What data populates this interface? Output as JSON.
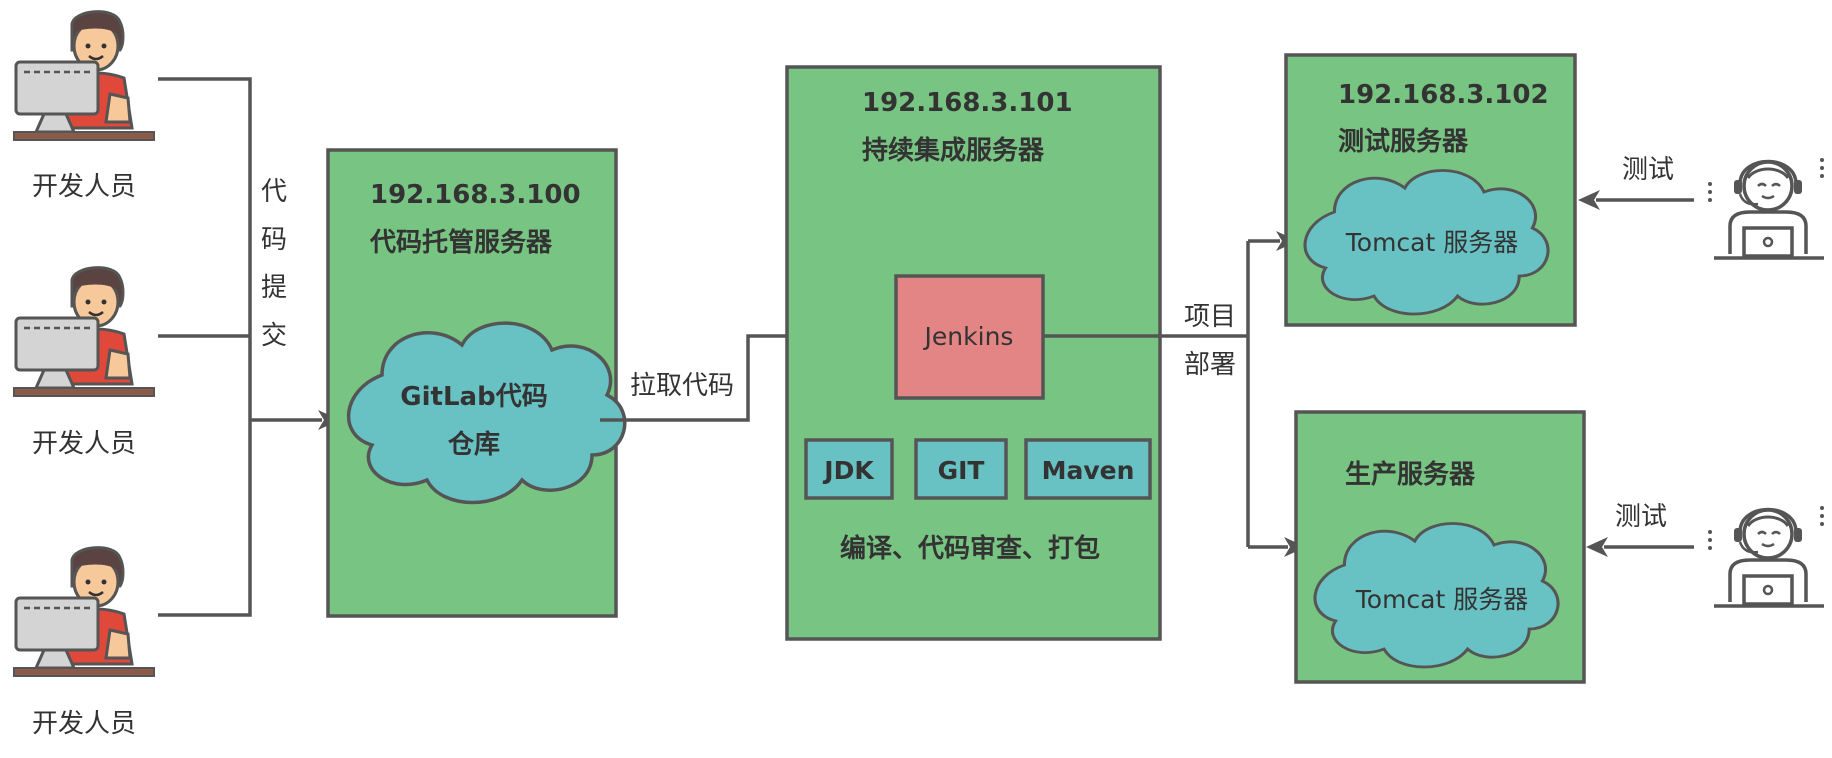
{
  "developers": {
    "label": "开发人员"
  },
  "commit_label": [
    "代",
    "码",
    "提",
    "交"
  ],
  "gitlab_server": {
    "ip": "192.168.3.100",
    "title": "代码托管服务器",
    "cloud_line1": "GitLab代码",
    "cloud_line2": "仓库"
  },
  "pull_label": "拉取代码",
  "ci_server": {
    "ip": "192.168.3.101",
    "title": "持续集成服务器",
    "jenkins": "Jenkins",
    "tools": [
      "JDK",
      "GIT",
      "Maven"
    ],
    "caption": "编译、代码审查、打包"
  },
  "deploy_label": [
    "项目",
    "部署"
  ],
  "test_server": {
    "ip": "192.168.3.102",
    "title": "测试服务器",
    "cloud": "Tomcat 服务器"
  },
  "prod_server": {
    "title": "生产服务器",
    "cloud": "Tomcat 服务器"
  },
  "tester": {
    "label": "测试"
  },
  "colors": {
    "server_fill": "#78c483",
    "cloud_fill": "#68c1c3",
    "jenkins_fill": "#e48585",
    "stroke": "#555555",
    "shirt": "#e0493a",
    "monitor": "#d4d4d4"
  }
}
